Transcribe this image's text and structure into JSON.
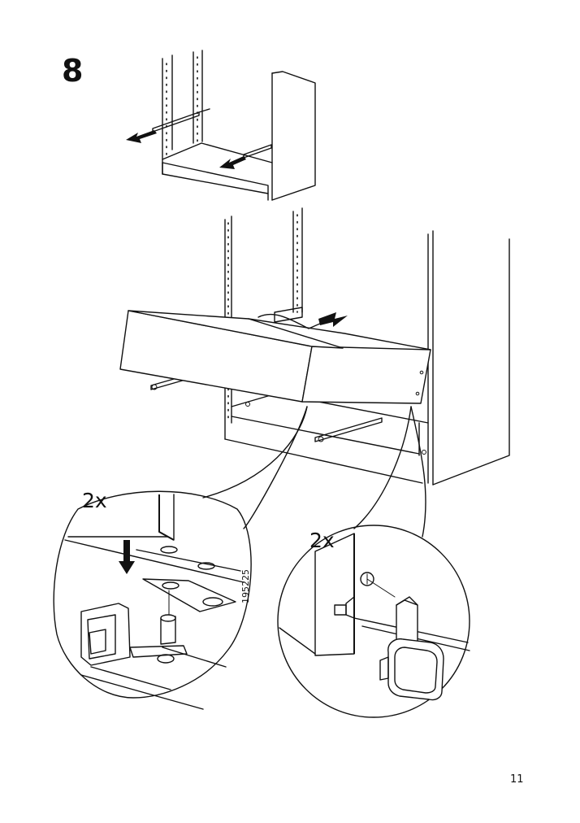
{
  "step": {
    "number": "8"
  },
  "callouts": {
    "left_quantity": "2x",
    "right_quantity": "2x"
  },
  "part_number": "195225",
  "page": {
    "number": "11"
  },
  "icons": {
    "top": "cabinet-slides-pull-out",
    "middle": "drawer-insert-into-cabinet",
    "left_detail": "slide-clip-lock-detail",
    "right_detail": "drawer-notch-hook-detail"
  }
}
